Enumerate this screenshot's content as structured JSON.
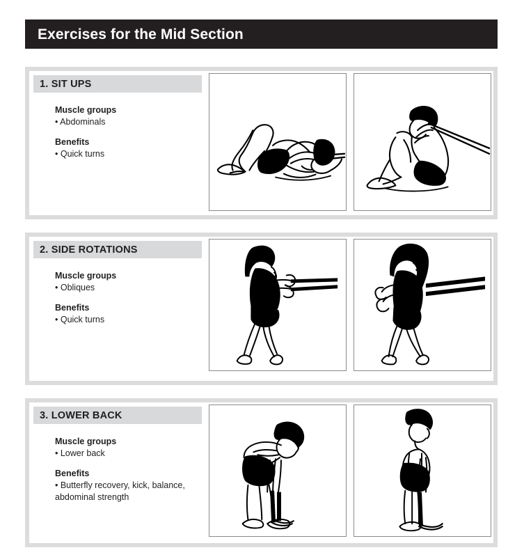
{
  "header": {
    "title": "Exercises for the Mid Section"
  },
  "labels": {
    "muscle_groups": "Muscle groups",
    "benefits": "Benefits"
  },
  "colors": {
    "title_bar": "#231f20",
    "card_border": "#dcdcdc",
    "section_header": "#d8d9da",
    "figure_border": "#8a8a8a",
    "text": "#1f1f1f",
    "page_background": "#ffffff"
  },
  "exercises": [
    {
      "heading": "1. SIT UPS",
      "number": "1",
      "name": "SIT UPS",
      "muscle_groups": "• Abdominals",
      "benefits": "• Quick turns",
      "figures": [
        {
          "alt": "Person lying on back with knees bent, hands behind head, resistance band to the side"
        },
        {
          "alt": "Person curled up in sit-up position pulling resistance band"
        }
      ]
    },
    {
      "heading": "2. SIDE ROTATIONS",
      "number": "2",
      "name": "SIDE ROTATIONS",
      "muscle_groups": "• Obliques",
      "benefits": "• Quick turns",
      "figures": [
        {
          "alt": "Woman standing, holding resistance band straight out in front of body"
        },
        {
          "alt": "Woman rotated to the side, pulling resistance band across the body"
        }
      ]
    },
    {
      "heading": "3. LOWER BACK",
      "number": "3",
      "name": "LOWER BACK",
      "muscle_groups": "• Lower back",
      "benefits": "• Butterfly recovery, kick, balance, abdominal strength",
      "figures": [
        {
          "alt": "Man bent forward at the waist holding resistance band looped under feet"
        },
        {
          "alt": "Man standing upright holding resistance band looped under feet"
        }
      ]
    }
  ]
}
